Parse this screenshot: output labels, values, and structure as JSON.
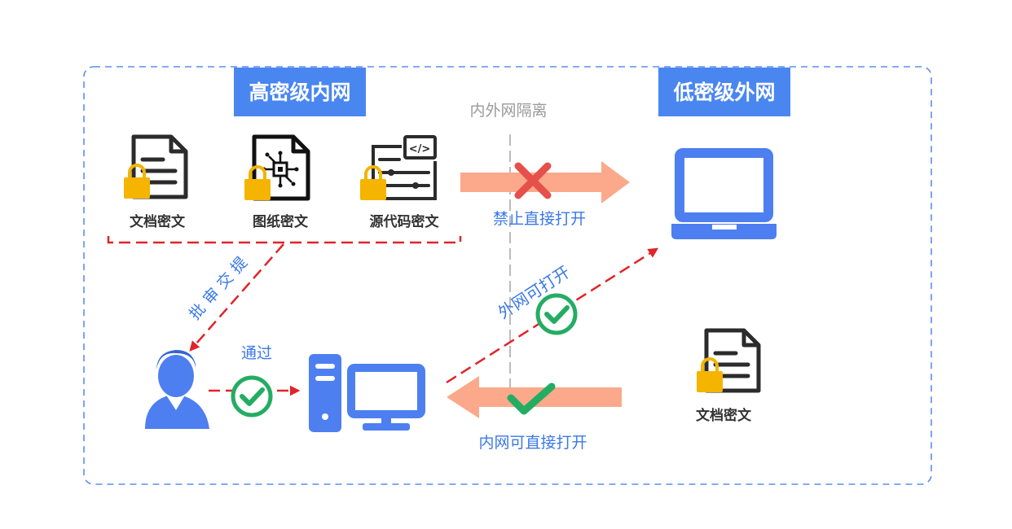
{
  "zones": {
    "high": "高密级内网",
    "low": "低密级外网",
    "isolation": "内外网隔离"
  },
  "files": {
    "doc": "文档密文",
    "drawing": "图纸密文",
    "source": "源代码密文",
    "external_doc": "文档密文"
  },
  "labels": {
    "forbid": "禁止直接打开",
    "submit_chars": [
      "提",
      "交",
      "审",
      "批"
    ],
    "pass": "通过",
    "external_open": "外网可打开",
    "internal_open": "内网可直接打开"
  },
  "colors": {
    "zone_header": "#4a86f0",
    "frame": "#5b8def",
    "device_blue": "#4d7ff0",
    "red_dash": "#e0242a",
    "arrow_salmon": "#fba98a",
    "lock": "#f4b400",
    "check": "#23ad63",
    "cross": "#e5504a",
    "label_blue": "#3a78e8",
    "divider": "#aaaaaa"
  }
}
